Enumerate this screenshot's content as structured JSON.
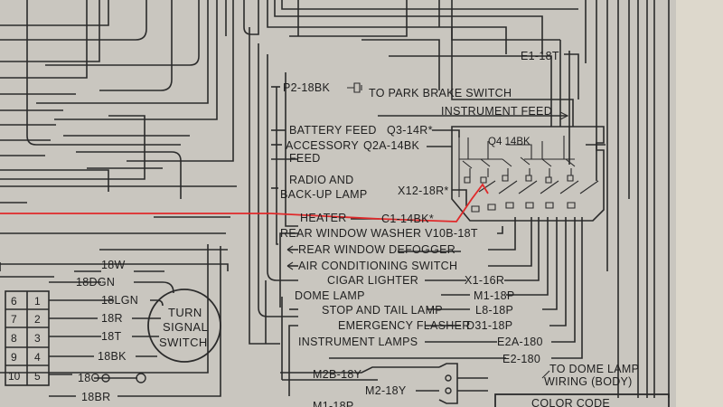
{
  "colors": {
    "paper": "#c9c6bf",
    "ink": "#2b2b2b",
    "highlight": "#e0292a",
    "margin_strip": "#ddd8cc"
  },
  "labels": {
    "e1_18t": "E1-18T",
    "park_wire": "P2-18BK",
    "park_text": "TO PARK BRAKE SWITCH",
    "instrument_feed": "INSTRUMENT FEED",
    "battery_feed": "BATTERY FEED",
    "battery_wire": "Q3-14R*",
    "accessory_1": "ACCESSORY",
    "accessory_wire": "Q2A-14BK",
    "accessory_2": "FEED",
    "q4": "Q4 14BK",
    "radio_1": "RADIO AND",
    "radio_2": "BACK-UP LAMP",
    "radio_wire": "X12-18R*",
    "heater": "HEATER",
    "heater_wire": "C1-14BK*",
    "rear_washer": "REAR WINDOW WASHER V10B-18T",
    "rear_defogger": "REAR WINDOW DEFOGGER",
    "ac_switch": "AIR CONDITIONING SWITCH",
    "cigar": "CIGAR LIGHTER",
    "cigar_wire": "X1-16R",
    "dome": "DOME LAMP",
    "dome_wire": "M1-18P",
    "stop_tail": "STOP AND TAIL LAMP",
    "stop_tail_wire": "L8-18P",
    "emergency": "EMERGENCY FLASHER",
    "emergency_wire": "D31-18P",
    "instrument_lamps": "INSTRUMENT LAMPS",
    "instrument_lamps_wire": "E2A-180",
    "e2_180": "E2-180",
    "m2b": "M2B-18Y",
    "m2": "M2-18Y",
    "m1_bottom": "M1-18P",
    "to_dome_1": "TO DOME LAMP",
    "to_dome_2": "WIRING (BODY)",
    "color_code": "COLOR CODE",
    "w_18w": "18W",
    "w_18dgn": "18DGN",
    "w_18lgn": "18LGN",
    "w_18r": "18R",
    "w_18t": "18T",
    "w_18bk": "18BK",
    "w_18o": "18O",
    "w_18br": "18BR",
    "turn_1": "TURN",
    "turn_2": "SIGNAL",
    "turn_3": "SWITCH"
  },
  "connector_grid": [
    [
      "6",
      "1"
    ],
    [
      "7",
      "2"
    ],
    [
      "8",
      "3"
    ],
    [
      "9",
      "4"
    ],
    [
      "10",
      "5"
    ]
  ]
}
